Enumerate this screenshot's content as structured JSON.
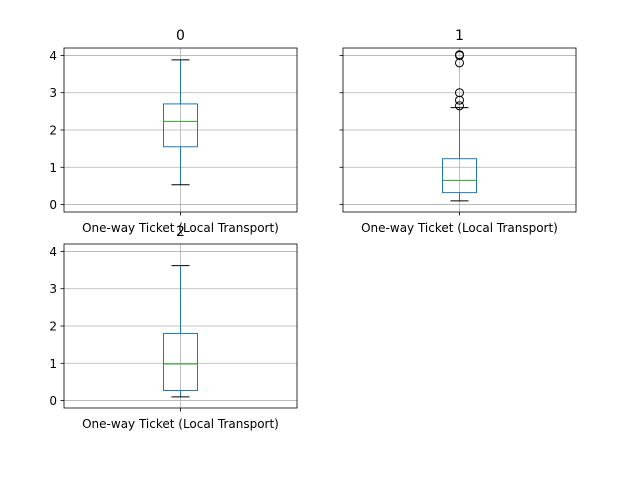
{
  "colors": {
    "box": "#1f77b4",
    "median": "#2ca02c",
    "grid": "#b0b0b0",
    "whisker_cap": "#000000",
    "flier": "#000000"
  },
  "chart_data": [
    {
      "type": "box",
      "title": "0",
      "categories": [
        "One-way Ticket (Local Transport)"
      ],
      "ylim": [
        -0.2,
        4.2
      ],
      "yticks": [
        0,
        1,
        2,
        3,
        4
      ],
      "grid": true,
      "boxes": [
        {
          "whislo": 0.53,
          "q1": 1.55,
          "med": 2.23,
          "q3": 2.7,
          "whishi": 3.88,
          "fliers": []
        }
      ]
    },
    {
      "type": "box",
      "title": "1",
      "categories": [
        "One-way Ticket (Local Transport)"
      ],
      "ylim": [
        -0.2,
        4.2
      ],
      "yticks": [
        0,
        1,
        2,
        3,
        4
      ],
      "grid": true,
      "boxes": [
        {
          "whislo": 0.1,
          "q1": 0.32,
          "med": 0.65,
          "q3": 1.23,
          "whishi": 2.6,
          "fliers": [
            2.65,
            2.8,
            3.0,
            3.8,
            4.0,
            4.02
          ]
        }
      ]
    },
    {
      "type": "box",
      "title": "2",
      "categories": [
        "One-way Ticket (Local Transport)"
      ],
      "ylim": [
        -0.2,
        4.2
      ],
      "yticks": [
        0,
        1,
        2,
        3,
        4
      ],
      "grid": true,
      "boxes": [
        {
          "whislo": 0.1,
          "q1": 0.27,
          "med": 0.98,
          "q3": 1.8,
          "whishi": 3.62,
          "fliers": []
        }
      ]
    }
  ]
}
